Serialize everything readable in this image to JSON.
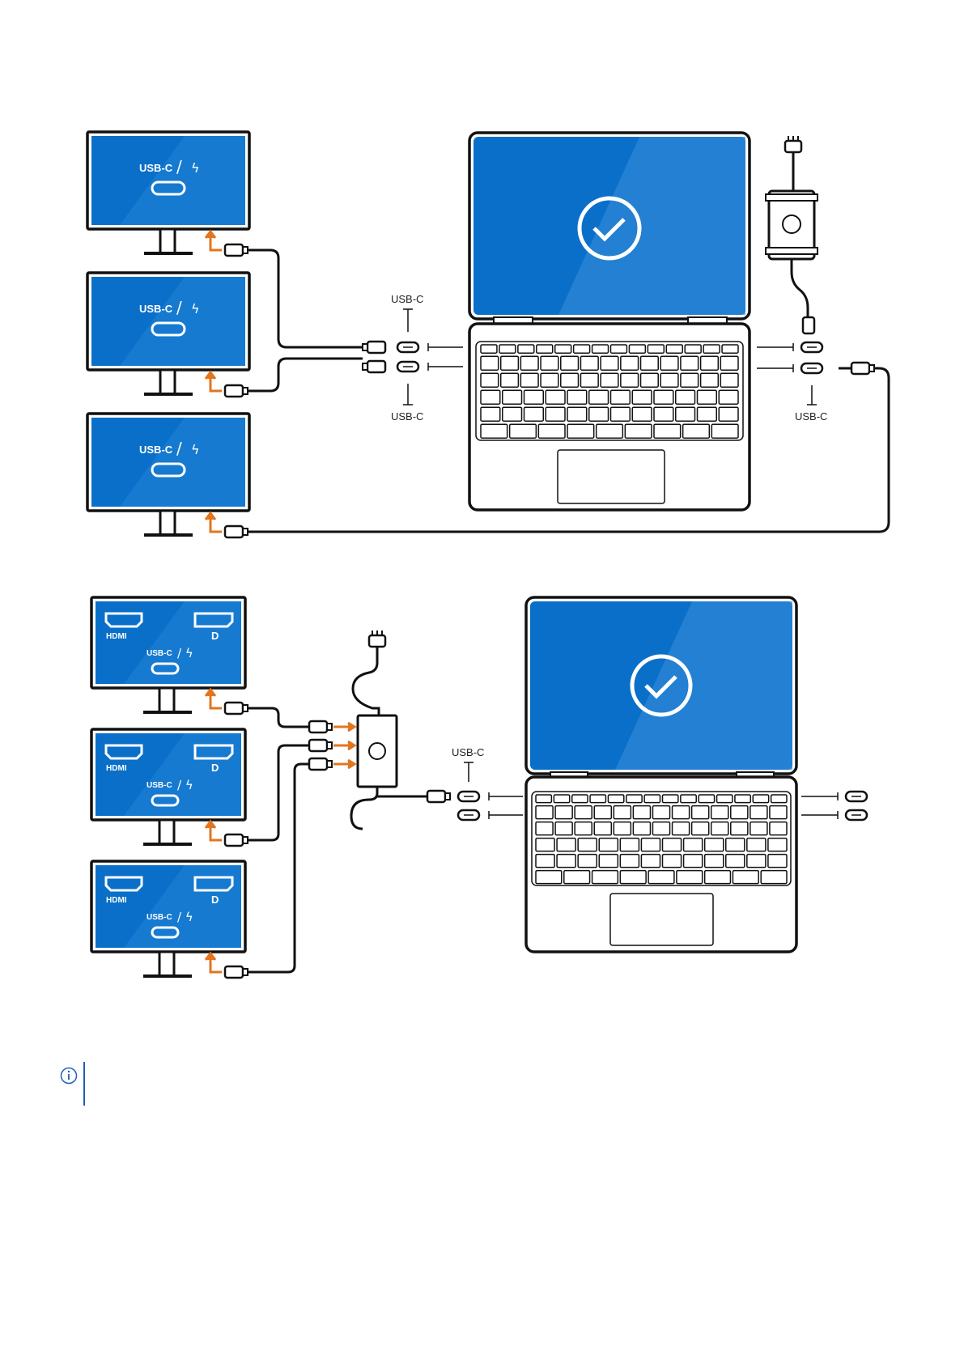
{
  "labels": {
    "usb_c": "USB-C",
    "hdmi": "HDMI",
    "dp": "D"
  },
  "note": {
    "icon": "info-icon",
    "text": ""
  },
  "colors": {
    "screen": "#0a6fc9",
    "screen_light": "#3f95dc",
    "outline": "#111111",
    "arrow": "#e2761f",
    "note_accent": "#1f5fbf"
  }
}
